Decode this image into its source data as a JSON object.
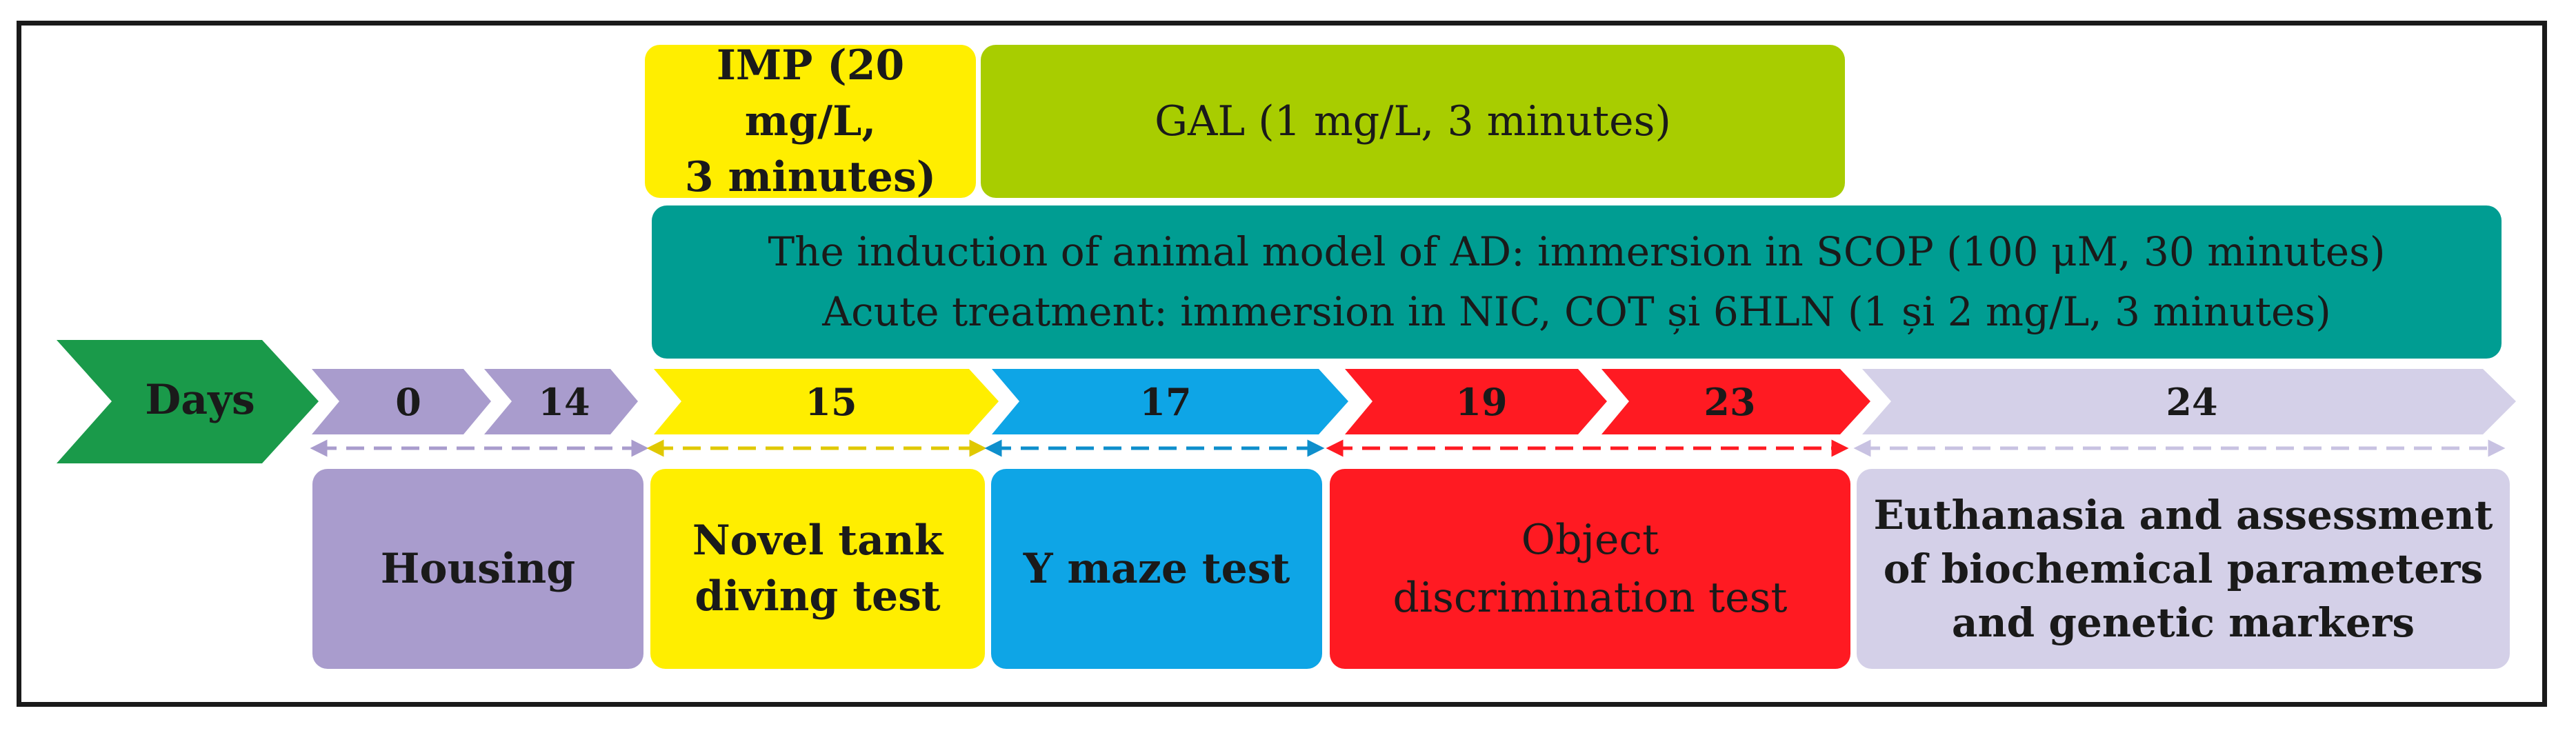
{
  "treatments": {
    "imp_line1": "IMP (20 mg/L,",
    "imp_line2": "3 minutes)",
    "gal": "GAL (1 mg/L, 3 minutes)",
    "model_line1": "The induction of animal model of AD: immersion in SCOP (100 μM, 30 minutes)",
    "model_line2": "Acute treatment: immersion in NIC, COT și 6HLN (1 și 2 mg/L, 3 minutes)"
  },
  "timeline": {
    "start_label": "Days",
    "days": [
      "0",
      "14",
      "15",
      "17",
      "19",
      "23",
      "24"
    ]
  },
  "phases": {
    "housing": "Housing",
    "novel_tank_line1": "Novel tank",
    "novel_tank_line2": "diving test",
    "y_maze": "Y maze test",
    "object_line1": "Object",
    "object_line2": "discrimination test",
    "final_line1": "Euthanasia and assessment",
    "final_line2": "of biochemical parameters",
    "final_line3": "and genetic markers"
  },
  "colors": {
    "days_arrow": "#1a9a4a",
    "housing": "#a99ccd",
    "novel_tank": "#ffee00",
    "y_maze": "#0ea5e6",
    "object": "#ff1a22",
    "final": "#d4d0e8",
    "gal": "#a8cd00",
    "model": "#009d92"
  }
}
